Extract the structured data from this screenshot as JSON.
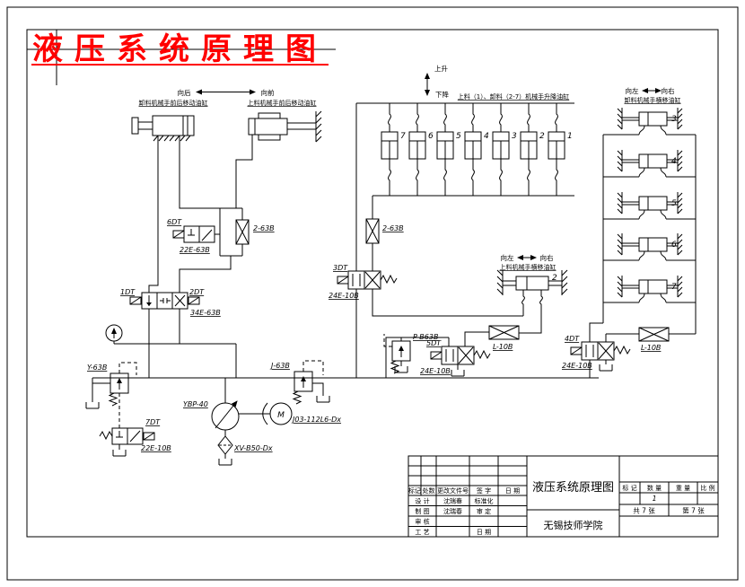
{
  "drawing_title": "液压系统原理图",
  "groups": {
    "front_back": {
      "dir_back": "向后",
      "dir_front": "向前",
      "unload_label": "卸料机械手前后移动油缸",
      "load_label": "上料机械手前后移动油缸"
    },
    "lift": {
      "up": "上升",
      "down": "下降",
      "label": "上料（1）、卸料（2-7）机械手升降油缸",
      "numbers": [
        "7",
        "6",
        "5",
        "4",
        "3",
        "2",
        "1"
      ]
    },
    "unload_traverse": {
      "dir_left": "向左",
      "dir_right": "向右",
      "label": "卸料机械手横移油缸",
      "numbers": [
        "3",
        "4",
        "5",
        "6",
        "7"
      ]
    },
    "load_traverse": {
      "dir_left": "向左",
      "dir_right": "向右",
      "label": "上料机械手横移油缸",
      "number": "2"
    }
  },
  "components": {
    "dt6": "6DT",
    "v_22e63b": "22E-63B",
    "thr_left": "2-63B",
    "thr_mid": "2-63B",
    "dt1": "1DT",
    "dt2": "2DT",
    "v_34e63b": "34E-63B",
    "dt3": "3DT",
    "v_24e10b_3": "24E-10B",
    "relief_p": "P-B63B",
    "dt5": "5DT",
    "v_24e10b_5": "24E-10B",
    "thr_l10b_up": "L-10B",
    "dt4": "4DT",
    "v_24e10b_4": "24E-10B",
    "thr_l10b_low": "L-10B",
    "relief_y": "Y-63B",
    "dt7": "7DT",
    "v_22e10b": "22E-10B",
    "relief_j": "J-63B",
    "pump": "YBP-40",
    "motor": "J03-112L6-Dx",
    "motor_glyph": "M",
    "filter": "XV-B50-Dx"
  },
  "title_block": {
    "title": "液压系统原理图",
    "school": "无锡技师学院",
    "row_header": [
      "标记",
      "处数",
      "更改文件号",
      "签  字",
      "日  期"
    ],
    "design_label": "设  计",
    "design_name": "沈瑞春",
    "std_label": "标准化",
    "draft_label": "制  图",
    "draft_name": "沈瑞春",
    "approve_label": "审  定",
    "review_label": "审  核",
    "process_label": "工  艺",
    "date_label": "日  期",
    "right_header": [
      "标 记",
      "数 量",
      "重 量",
      "比 例"
    ],
    "quantity": "1",
    "sheets_total": "共 7 张",
    "sheet_no": "第 7 张"
  },
  "colors": {
    "title_red": "#ff0000",
    "line": "#000000"
  }
}
